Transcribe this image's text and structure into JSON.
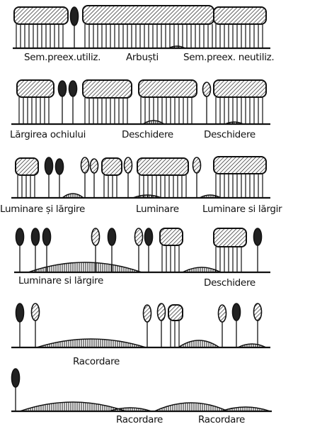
{
  "panels": [
    {
      "id": "panel-1",
      "labels": [
        "Sem.preex.utiliz.",
        "Arbuști",
        "Sem.preex. neutiliz."
      ]
    },
    {
      "id": "panel-2",
      "labels": [
        "Lărgirea ochiului",
        "Deschidere",
        "Deschidere"
      ]
    },
    {
      "id": "panel-3",
      "labels": [
        "Luminare și lărgire",
        "Luminare",
        "Luminare si lărgir"
      ]
    },
    {
      "id": "panel-4",
      "labels": [
        "Luminare si lărgire",
        "Deschidere"
      ]
    },
    {
      "id": "panel-5",
      "labels": [
        "Racordare"
      ]
    },
    {
      "id": "panel-6",
      "labels": [
        "Racordare",
        "Racordare"
      ]
    }
  ],
  "colors": {
    "ink": "#111111",
    "paper": "#ffffff"
  }
}
